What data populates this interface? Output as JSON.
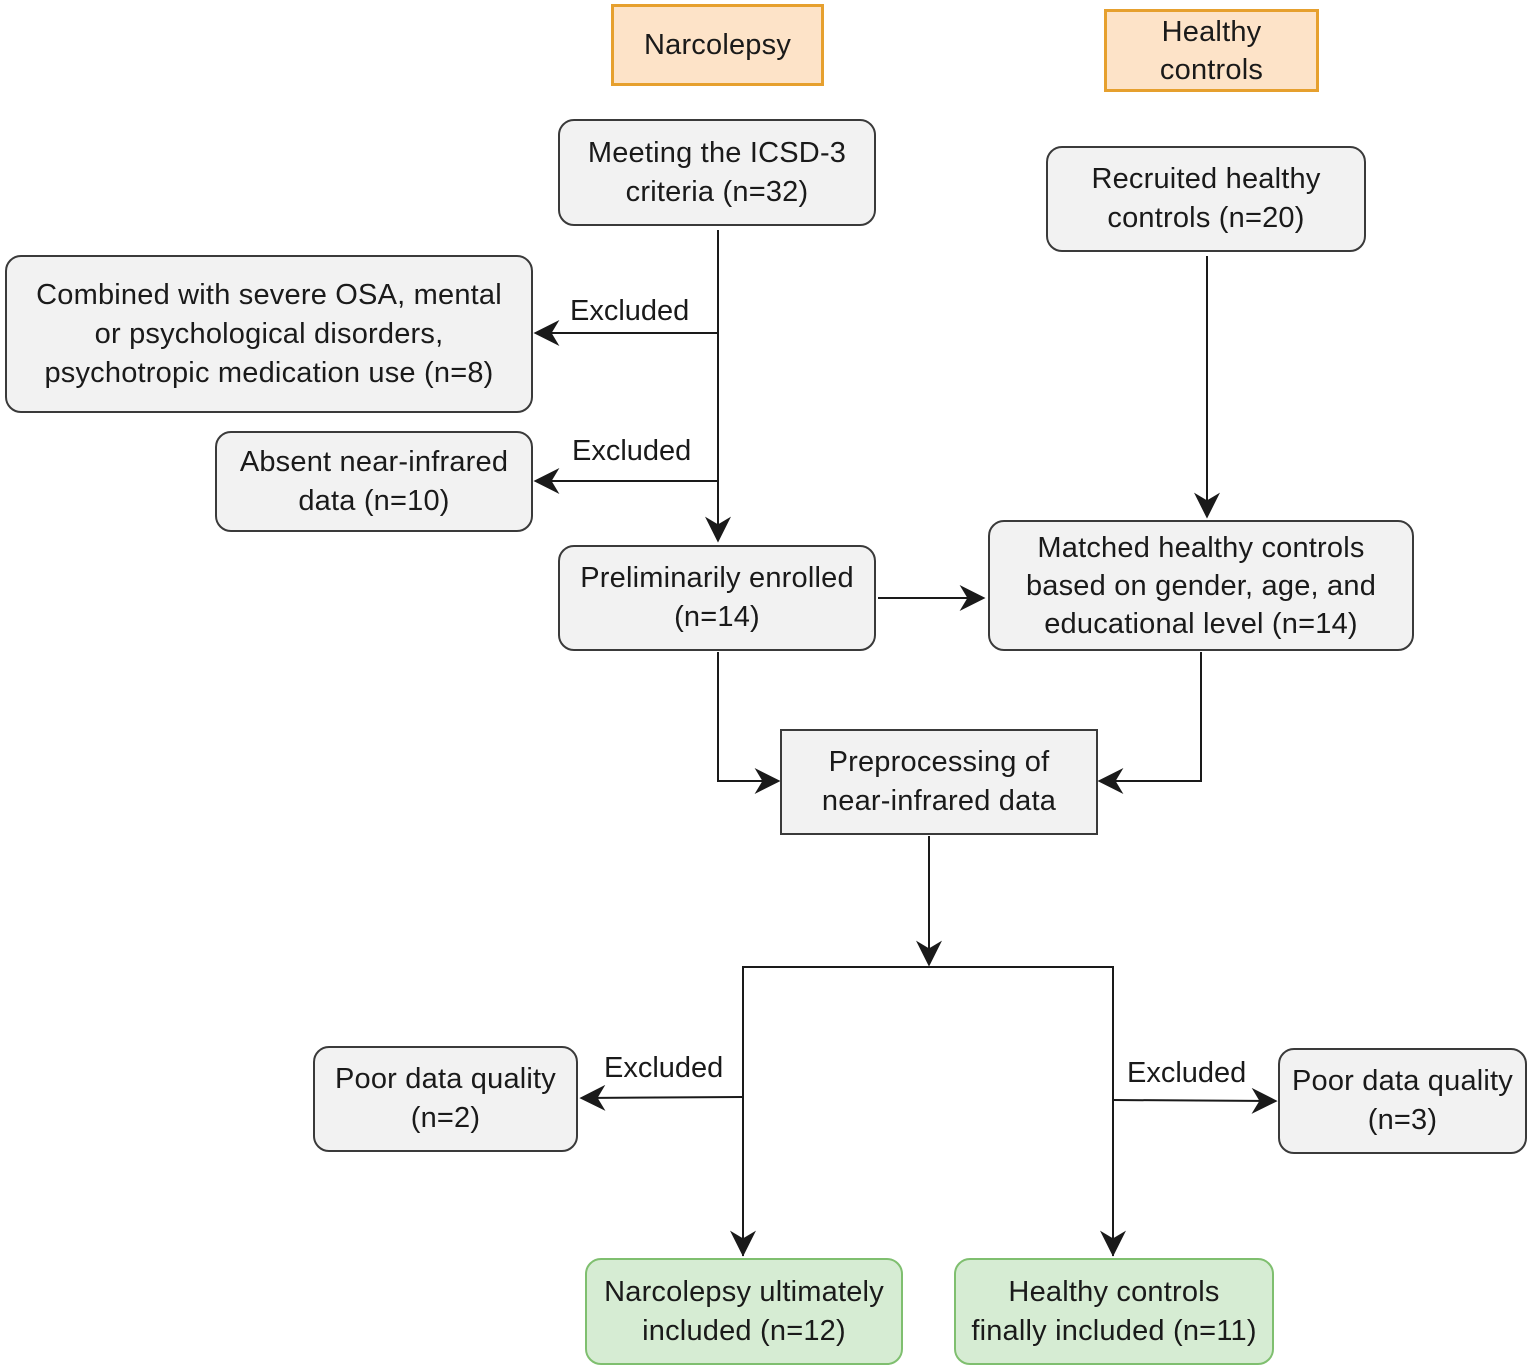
{
  "headers": {
    "narcolepsy": "Narcolepsy",
    "controls": [
      "Healthy",
      "controls"
    ]
  },
  "boxes": {
    "icsd": [
      "Meeting the ICSD-3",
      "criteria (n=32)"
    ],
    "recruited": [
      "Recruited healthy",
      "controls (n=20)"
    ],
    "combined": [
      "Combined with severe OSA, mental",
      "or psychological disorders,",
      "psychotropic medication use (n=8)"
    ],
    "absent": [
      "Absent near-infrared",
      "data (n=10)"
    ],
    "prelim": [
      "Preliminarily enrolled",
      "(n=14)"
    ],
    "matched": [
      "Matched healthy controls",
      "based on gender, age, and",
      "educational level (n=14)"
    ],
    "preprocess": [
      "Preprocessing of",
      "near-infrared data"
    ],
    "poor_left": [
      "Poor data quality",
      "(n=2)"
    ],
    "poor_right": [
      "Poor data quality",
      "(n=3)"
    ],
    "narco_final": [
      "Narcolepsy ultimately",
      "included (n=12)"
    ],
    "hc_final": [
      "Healthy controls",
      "finally included (n=11)"
    ]
  },
  "edge_labels": {
    "excluded_1": "Excluded",
    "excluded_2": "Excluded",
    "excluded_3": "Excluded",
    "excluded_4": "Excluded"
  },
  "colors": {
    "header_fill": "#fde3c8",
    "header_border": "#e6a02e",
    "box_fill": "#f2f2f2",
    "final_fill": "#d6ecd3",
    "final_border": "#7fbf6f",
    "line": "#1a1a1a"
  }
}
